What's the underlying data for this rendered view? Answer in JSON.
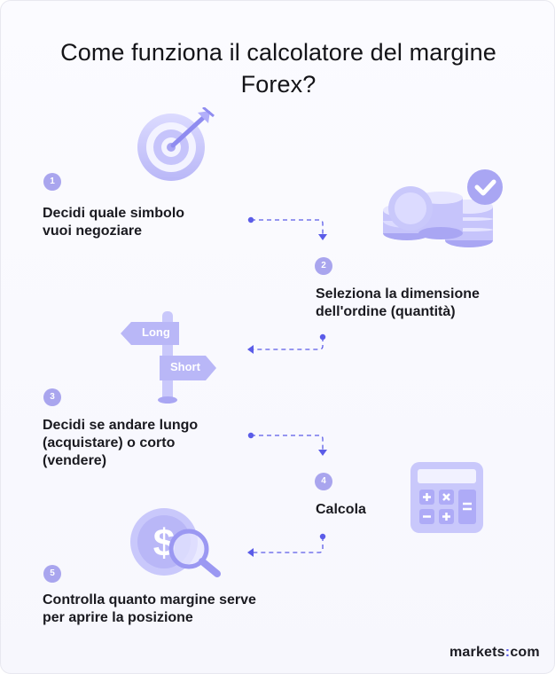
{
  "title_line1": "Come funziona il calcolatore del margine",
  "title_line2": "Forex?",
  "steps": [
    {
      "number": "1",
      "lines": [
        "Decidi quale simbolo",
        "vuoi negoziare"
      ]
    },
    {
      "number": "2",
      "lines": [
        "Seleziona la dimensione",
        "dell'ordine (quantità)"
      ]
    },
    {
      "number": "3",
      "lines": [
        "Decidi se andare lungo",
        "(acquistare) o corto",
        "(vendere)"
      ]
    },
    {
      "number": "4",
      "lines": [
        "Calcola"
      ]
    },
    {
      "number": "5",
      "lines": [
        "Controlla quanto margine serve",
        "per aprire la posizione"
      ]
    }
  ],
  "sign_labels": {
    "long": "Long",
    "short": "Short"
  },
  "logo": {
    "left": "markets",
    "right": "com"
  },
  "colors": {
    "accent": "#5b5ce8",
    "badge": "#a9a5ee",
    "icon": "#c9c8fb",
    "icon_dark": "#8f8cf0"
  }
}
